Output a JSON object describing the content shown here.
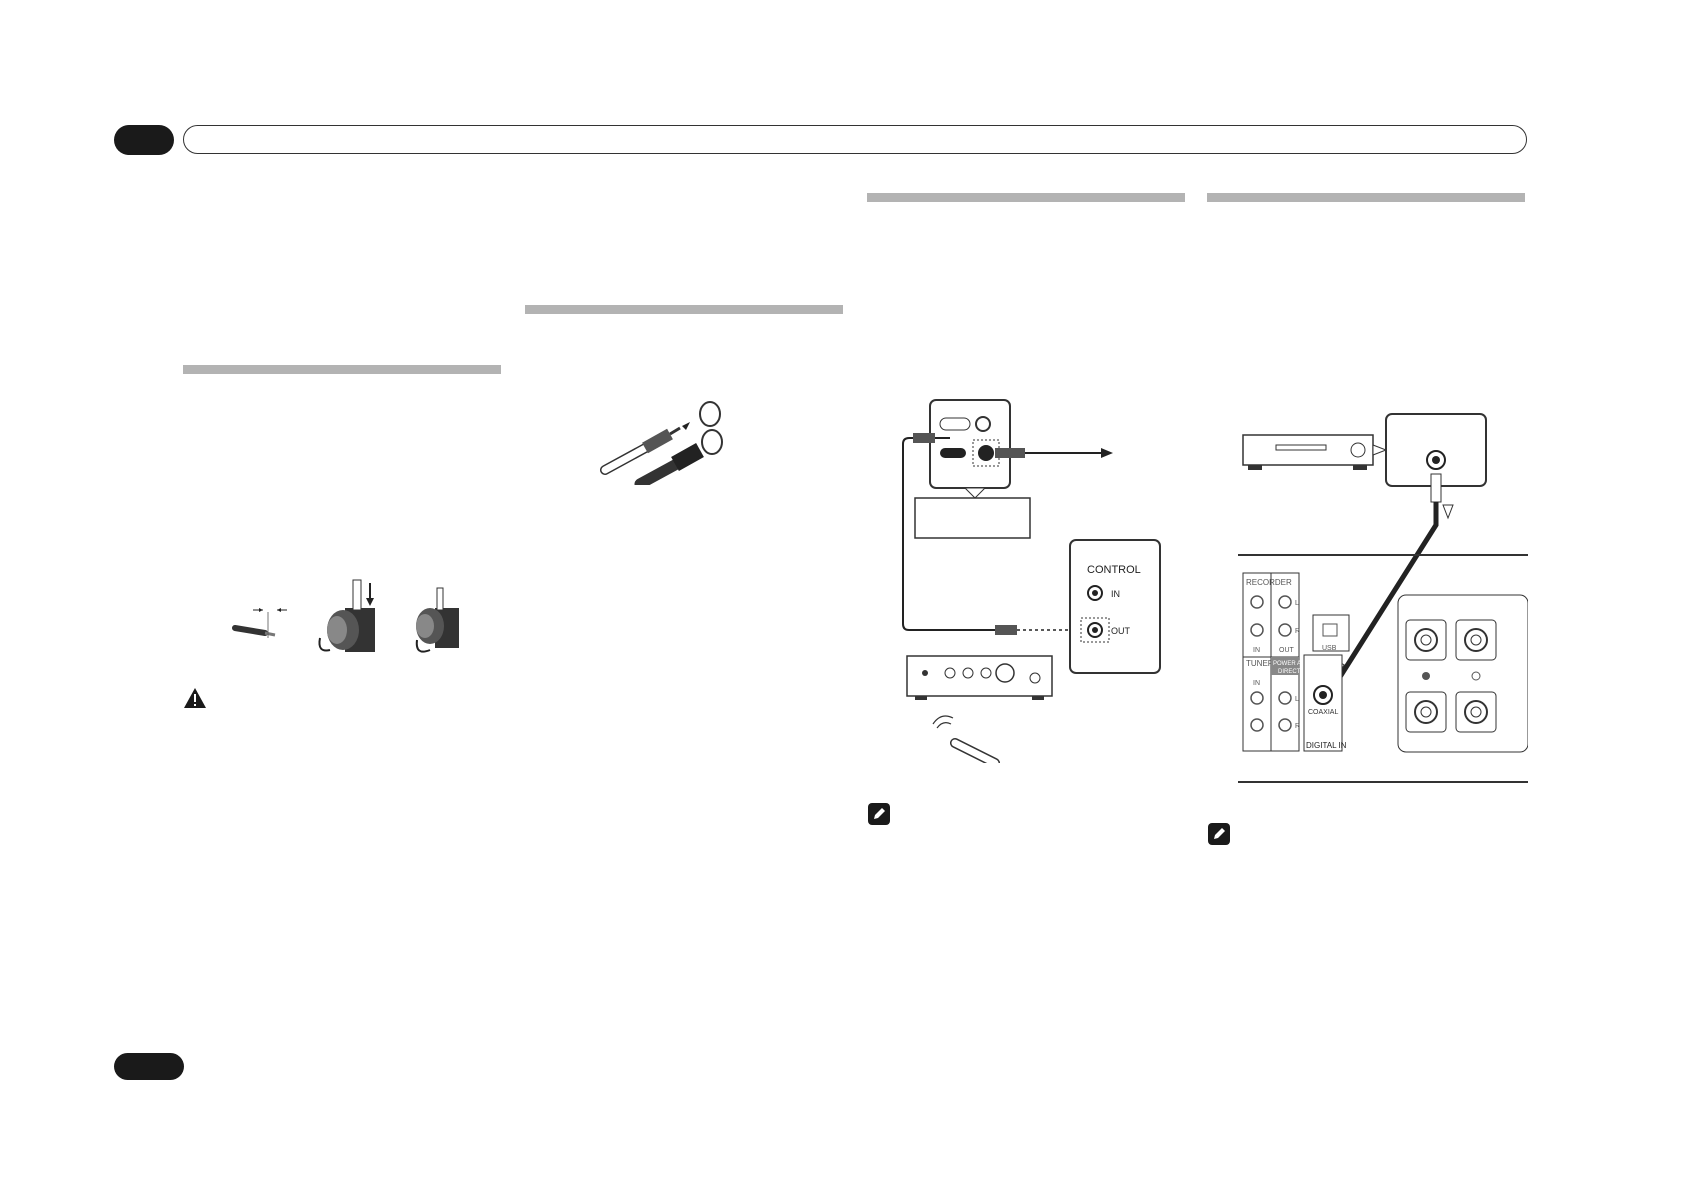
{
  "header": {
    "chapter_tab": "",
    "title": ""
  },
  "footer": {
    "page_tab": ""
  },
  "illustrations": {
    "control_diagram": {
      "label_control": "CONTROL",
      "label_in": "IN",
      "label_out": "OUT"
    },
    "digital_diagram": {
      "recorder": "RECORDER",
      "tuner": "TUNER",
      "power_amp_direct_line1": "POWER AMP",
      "power_amp_direct_line2": "DIRECT",
      "in_1": "IN",
      "out_1": "OUT",
      "in_2": "IN",
      "usb": "USB",
      "coaxial": "COAXIAL",
      "digital_in": "DIGITAL IN",
      "l": "L",
      "r": "R",
      "l2": "L",
      "r2": "R"
    }
  },
  "icons": {
    "caution": "warning-triangle-icon",
    "note_1": "pencil-note-icon",
    "note_2": "pencil-note-icon"
  }
}
